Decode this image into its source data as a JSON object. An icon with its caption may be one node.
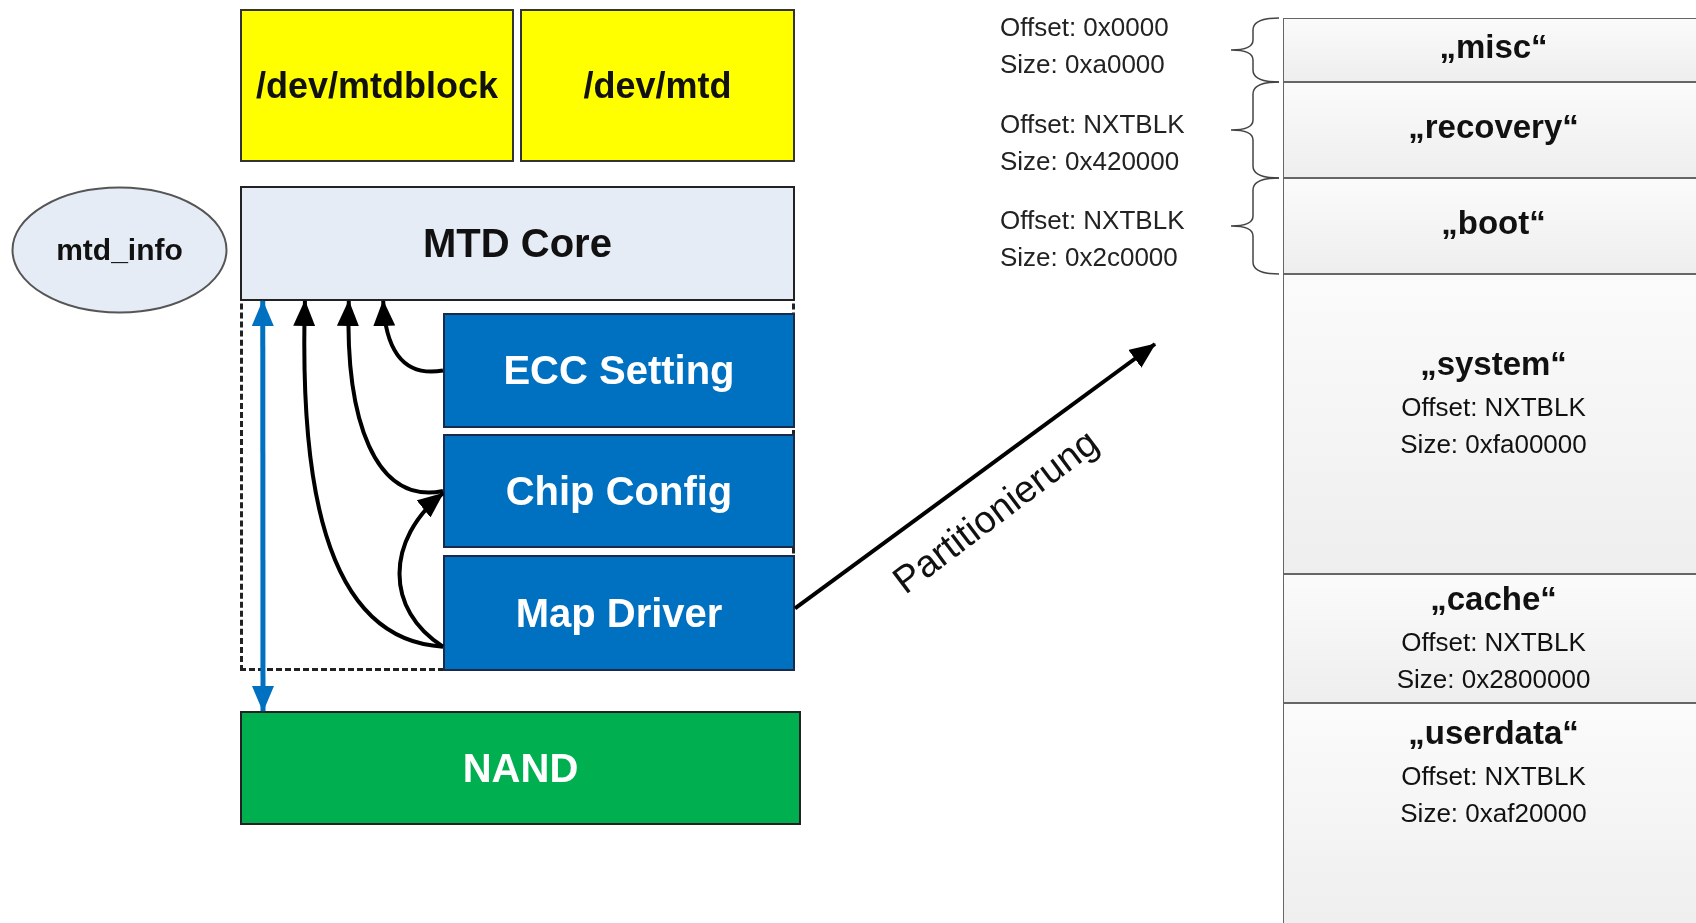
{
  "diagram": {
    "nodes": [
      {
        "text": [
          "/dev/mtdblock"
        ]
      },
      {
        "text": [
          "/dev/mtd"
        ]
      },
      {
        "text": [
          "mtd_info"
        ]
      },
      {
        "text": [],
        "shape": "box"
      },
      {
        "text": [
          "MTD Core"
        ],
        "in": 3
      },
      {
        "text": [
          "ECC Setting"
        ],
        "in": 3
      },
      {
        "text": [
          "Chip Config"
        ],
        "in": 3
      },
      {
        "text": [
          "Map Driver"
        ],
        "in": 3
      },
      {
        "text": [
          "NAND"
        ]
      },
      {
        "text": [
          "„misc“"
        ],
        "beside": [
          "Offset: 0x0000",
          "Size: 0xa0000"
        ]
      },
      {
        "text": [
          "„recovery“"
        ],
        "beside": [
          "Offset: NXTBLK",
          "Size: 0x420000"
        ]
      },
      {
        "text": [
          "„boot“"
        ],
        "beside": [
          "Offset: NXTBLK",
          "Size: 0x2c0000"
        ]
      },
      {
        "text": [
          "„system“",
          "Offset: NXTBLK",
          "Size: 0xfa00000"
        ]
      },
      {
        "text": [
          "„cache“",
          "Offset: NXTBLK",
          "Size: 0x2800000"
        ]
      },
      {
        "text": [
          "„userdata“",
          "Offset: NXTBLK",
          "Size: 0xaf20000"
        ]
      }
    ],
    "edges": [
      {
        "from": 5,
        "to": 4,
        "arrow": "to"
      },
      {
        "from": 6,
        "to": 4,
        "arrow": "to"
      },
      {
        "from": 7,
        "to": 4,
        "arrow": "to"
      },
      {
        "from": 7,
        "to": 6,
        "arrow": "to"
      },
      {
        "from": 4,
        "to": 8,
        "arrow": "both",
        "color": "#0070c0"
      },
      {
        "from": 7,
        "to": null,
        "arrow": "to",
        "label": "Partitionierung"
      }
    ]
  }
}
